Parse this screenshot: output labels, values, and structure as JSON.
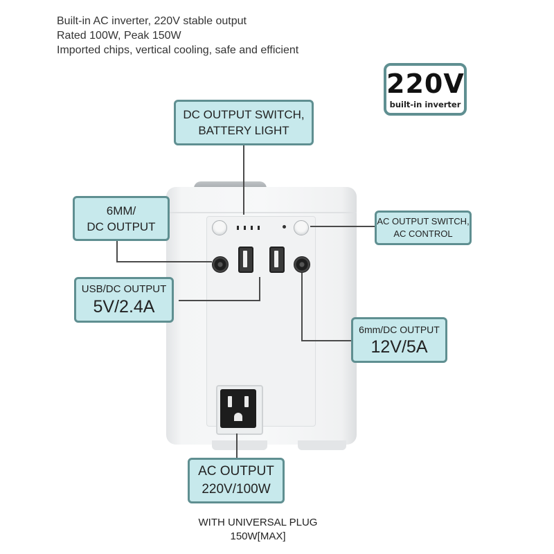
{
  "intro": {
    "line1": "Built-in AC inverter, 220V stable output",
    "line2": "Rated 100W, Peak 150W",
    "line3": "Imported chips, vertical cooling, safe and efficient"
  },
  "badge": {
    "voltage": "220V",
    "caption": "built-in inverter"
  },
  "callouts": {
    "top": {
      "line1": "DC OUTPUT SWITCH,",
      "line2": "BATTERY LIGHT"
    },
    "left_dc": {
      "line1": "6MM/",
      "line2": "DC OUTPUT"
    },
    "ac_switch": {
      "line1": "AC OUTPUT SWITCH,",
      "line2": "AC CONTROL"
    },
    "usb": {
      "line1": "USB/DC OUTPUT",
      "line2": "5V/2.4A"
    },
    "right_dc": {
      "line1": "6mm/DC OUTPUT",
      "line2": "12V/5A"
    },
    "ac_output": {
      "line1": "AC OUTPUT",
      "line2": "220V/100W"
    }
  },
  "footer": {
    "line1": "WITH UNIVERSAL PLUG",
    "line2": "150W[MAX]"
  },
  "colors": {
    "callout_fill": "#c7e9ec",
    "callout_border": "#5f8f91"
  }
}
